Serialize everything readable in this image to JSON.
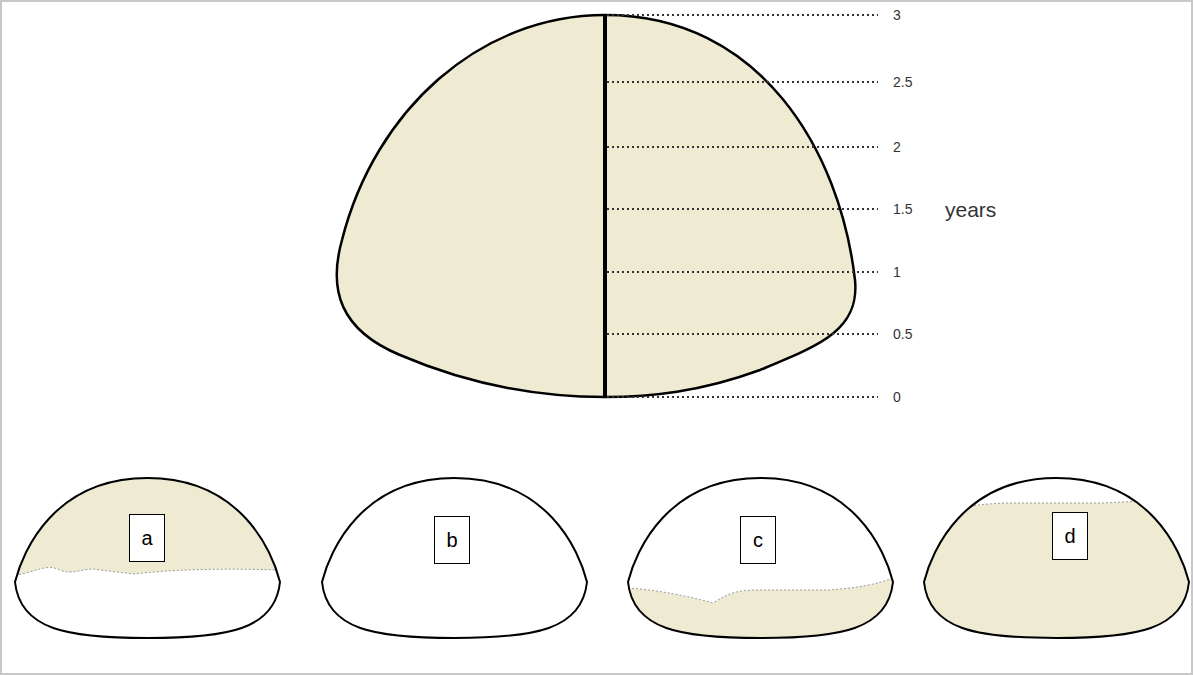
{
  "diagram": {
    "nodes": [
      {
        "text": [
          "a"
        ]
      },
      {
        "text": [
          "b"
        ]
      },
      {
        "text": [
          "c"
        ]
      },
      {
        "text": [
          "d"
        ]
      }
    ],
    "labels": [
      "3",
      "2.5",
      "2",
      "1.5",
      "1",
      "0.5",
      "0",
      "years"
    ]
  }
}
